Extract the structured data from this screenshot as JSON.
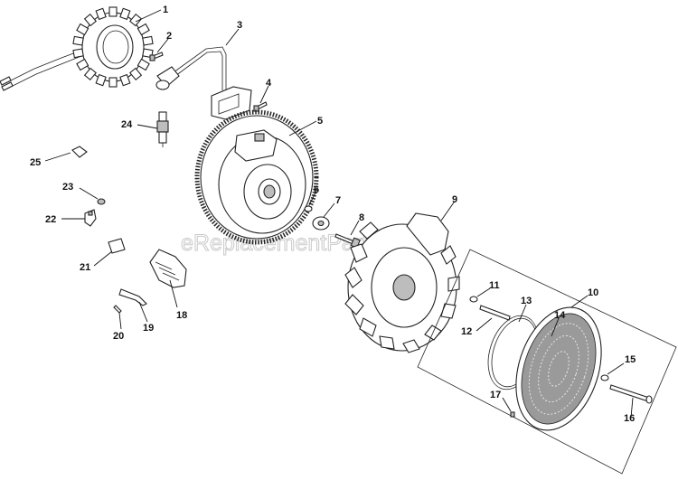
{
  "watermark": "eReplacementParts.com",
  "labels": {
    "l1": "1",
    "l2": "2",
    "l3": "3",
    "l4": "4",
    "l5": "5",
    "l6": "6",
    "l7": "7",
    "l8": "8",
    "l9": "9",
    "l10": "10",
    "l11": "11",
    "l12": "12",
    "l13": "13",
    "l14": "14",
    "l15": "15",
    "l16": "16",
    "l17": "17",
    "l18": "18",
    "l19": "19",
    "l20": "20",
    "l21": "21",
    "l22": "22",
    "l23": "23",
    "l24": "24",
    "l25": "25"
  }
}
